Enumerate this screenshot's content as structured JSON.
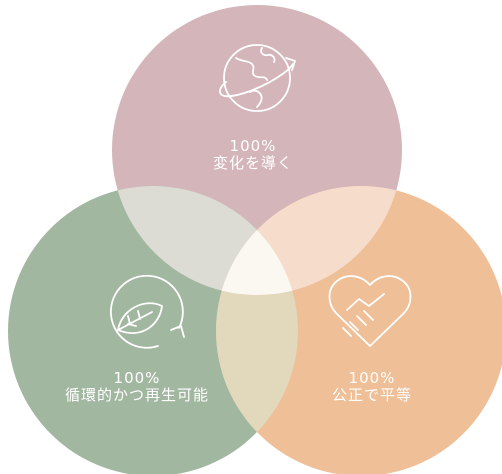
{
  "circles": {
    "top": {
      "percent": "100%",
      "label": "変化を導く",
      "color": "#d3b5ba",
      "icon": "globe-arrow-icon"
    },
    "left": {
      "percent": "100%",
      "label": "循環的かつ再生可能",
      "color": "#a2b7a0",
      "icon": "recycle-leaf-icon"
    },
    "right": {
      "percent": "100%",
      "label": "公正で平等",
      "color": "#efbf98",
      "icon": "handshake-heart-icon"
    }
  },
  "overlap_colors": {
    "top_left": "#dcdcd4",
    "top_right": "#f6dccb",
    "left_right": "#e2d8bc",
    "center": "#fbf8f2"
  }
}
